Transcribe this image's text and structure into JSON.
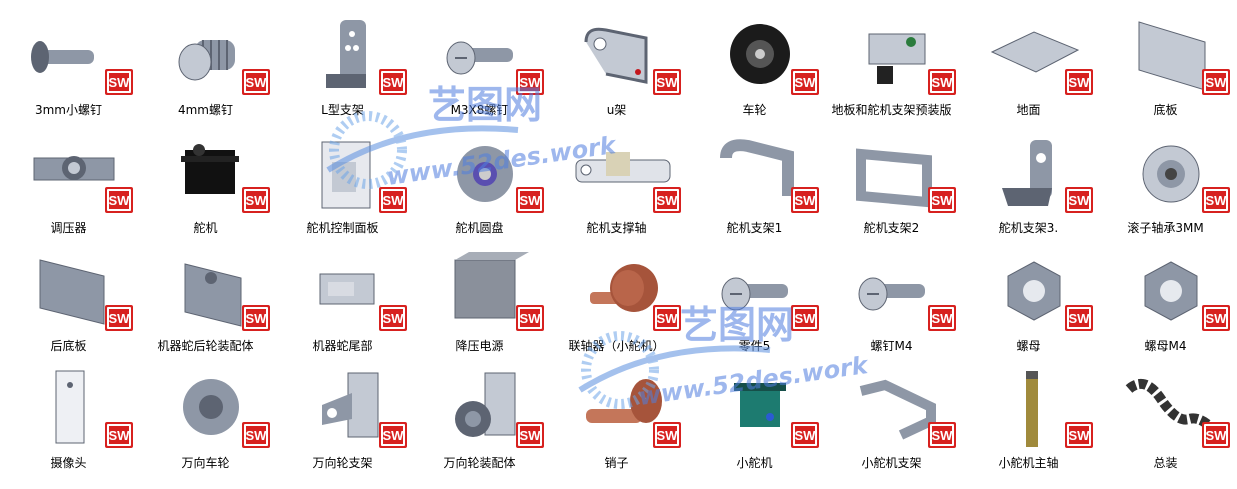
{
  "files": [
    {
      "label": "3mm小螺钉",
      "icon": "screw-icon"
    },
    {
      "label": "4mm螺钉",
      "icon": "thread-screw-icon"
    },
    {
      "label": "L型支架",
      "icon": "l-bracket-icon"
    },
    {
      "label": "M3X8螺钉",
      "icon": "slotted-screw-icon"
    },
    {
      "label": "u架",
      "icon": "u-bracket-icon"
    },
    {
      "label": "车轮",
      "icon": "wheel-icon"
    },
    {
      "label": "地板和舵机支架预装版",
      "icon": "assembly-icon"
    },
    {
      "label": "地面",
      "icon": "plate-icon"
    },
    {
      "label": "底板",
      "icon": "base-plate-icon"
    },
    {
      "label": "调压器",
      "icon": "regulator-icon"
    },
    {
      "label": "舵机",
      "icon": "servo-icon"
    },
    {
      "label": "舵机控制面板",
      "icon": "panel-icon"
    },
    {
      "label": "舵机圆盘",
      "icon": "servo-disc-icon"
    },
    {
      "label": "舵机支撑轴",
      "icon": "support-shaft-icon"
    },
    {
      "label": "舵机支架1",
      "icon": "servo-bracket-icon"
    },
    {
      "label": "舵机支架2",
      "icon": "servo-bracket-box-icon"
    },
    {
      "label": "舵机支架3.",
      "icon": "servo-l-bracket-icon"
    },
    {
      "label": "滚子轴承3MM",
      "icon": "bearing-icon"
    },
    {
      "label": "后底板",
      "icon": "rear-plate-icon"
    },
    {
      "label": "机器蛇后轮装配体",
      "icon": "rear-wheel-assembly-icon"
    },
    {
      "label": "机器蛇尾部",
      "icon": "tail-icon"
    },
    {
      "label": "降压电源",
      "icon": "power-box-icon"
    },
    {
      "label": "联轴器（小舵机）",
      "icon": "coupler-icon"
    },
    {
      "label": "零件5",
      "icon": "slotted-screw-icon"
    },
    {
      "label": "螺钉M4",
      "icon": "slotted-screw-icon"
    },
    {
      "label": "螺母",
      "icon": "nut-icon"
    },
    {
      "label": "螺母M4",
      "icon": "nut-icon"
    },
    {
      "label": "摄像头",
      "icon": "camera-plate-icon"
    },
    {
      "label": "万向车轮",
      "icon": "caster-wheel-icon"
    },
    {
      "label": "万向轮支架",
      "icon": "caster-bracket-icon"
    },
    {
      "label": "万向轮装配体",
      "icon": "caster-assembly-icon"
    },
    {
      "label": "销子",
      "icon": "pin-icon"
    },
    {
      "label": "小舵机",
      "icon": "small-servo-icon"
    },
    {
      "label": "小舵机支架",
      "icon": "small-bracket-icon"
    },
    {
      "label": "小舵机主轴",
      "icon": "shaft-icon"
    },
    {
      "label": "总装",
      "icon": "chain-assembly-icon"
    }
  ],
  "badge_text": "SW",
  "watermark": {
    "brand": "艺图网",
    "url": "www.52des.work"
  },
  "colors": {
    "badge_red": "#d7211f",
    "steel": "#8e97a6",
    "watermark": "#3a63c8"
  }
}
